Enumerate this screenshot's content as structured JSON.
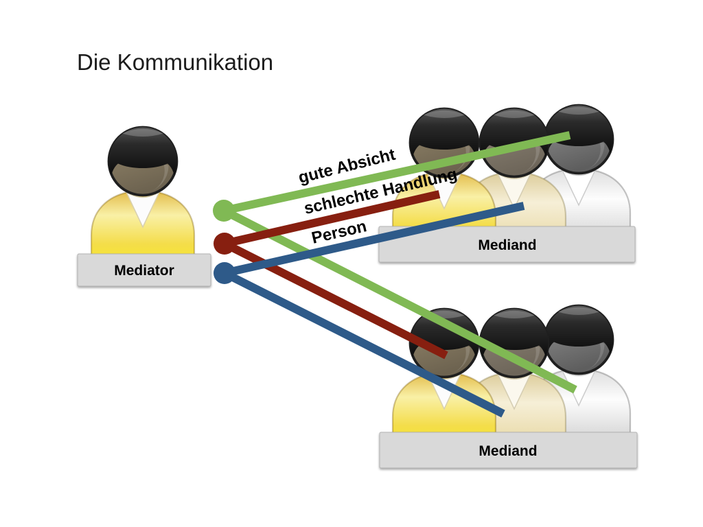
{
  "slide": {
    "title": "Die Kommunikation",
    "background_color": "#ffffff"
  },
  "mediator": {
    "label": "Mediator",
    "figure": "person-icon-yellow"
  },
  "groups": [
    {
      "position": "top-right",
      "label": "Mediand",
      "member_count": 3,
      "member_figures": [
        "person-icon-yellow",
        "person-icon-cream",
        "person-icon-silver"
      ]
    },
    {
      "position": "bottom-right",
      "label": "Mediand",
      "member_count": 3,
      "member_figures": [
        "person-icon-yellow",
        "person-icon-cream",
        "person-icon-silver"
      ]
    }
  ],
  "connections": [
    {
      "label": "gute Absicht",
      "color": "#80b954"
    },
    {
      "label": "schlechte Handlung",
      "color": "#871f10"
    },
    {
      "label": "Person",
      "color": "#2e5a89"
    }
  ],
  "label_box": {
    "fill": "#d9d9d9",
    "border": "#b3b3b3",
    "text_color": "#000000"
  }
}
